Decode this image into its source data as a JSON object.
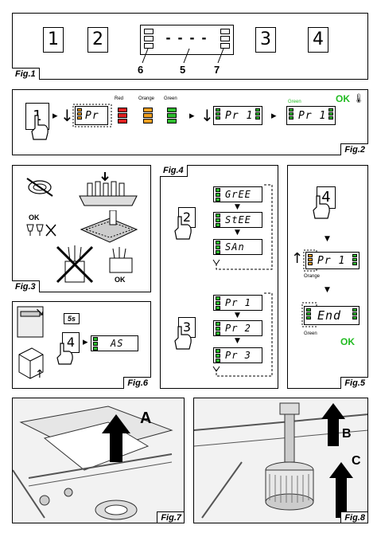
{
  "fig1": {
    "label": "Fig.1",
    "keys": [
      "1",
      "2",
      "3",
      "4"
    ],
    "display_text": "- - - -",
    "callouts": [
      "6",
      "5",
      "7"
    ]
  },
  "fig2": {
    "label": "Fig.2",
    "key": "1",
    "lcd1": "Pr",
    "lcd2": "Pr 1",
    "lcd3": "Pr 1",
    "states": [
      "Red",
      "Orange",
      "Green"
    ],
    "green_label": "Green",
    "ok": "OK"
  },
  "fig3": {
    "label": "Fig.3",
    "ok_top": "OK",
    "ok_bottom": "OK"
  },
  "fig4": {
    "label": "Fig.4",
    "key_a": "2",
    "group_a": [
      "GrEE",
      "StEE",
      "SAn"
    ],
    "key_b": "3",
    "group_b": [
      "Pr 1",
      "Pr 2",
      "Pr 3"
    ]
  },
  "fig5": {
    "label": "Fig.5",
    "key": "4",
    "lcd1": "Pr 1",
    "lcd2": "End",
    "orange_label": "Orange",
    "green_label": "Green",
    "ok": "OK"
  },
  "fig6": {
    "label": "Fig.6",
    "time": "5s",
    "key": "4",
    "lcd": "AS"
  },
  "fig7": {
    "label": "Fig.7",
    "arrow": "A"
  },
  "fig8": {
    "label": "Fig.8",
    "arrow_b": "B",
    "arrow_c": "C"
  },
  "colors": {
    "green": "#2ebd2e",
    "orange": "#f0a020",
    "red": "#e02020",
    "ok_green": "#22bb22"
  }
}
